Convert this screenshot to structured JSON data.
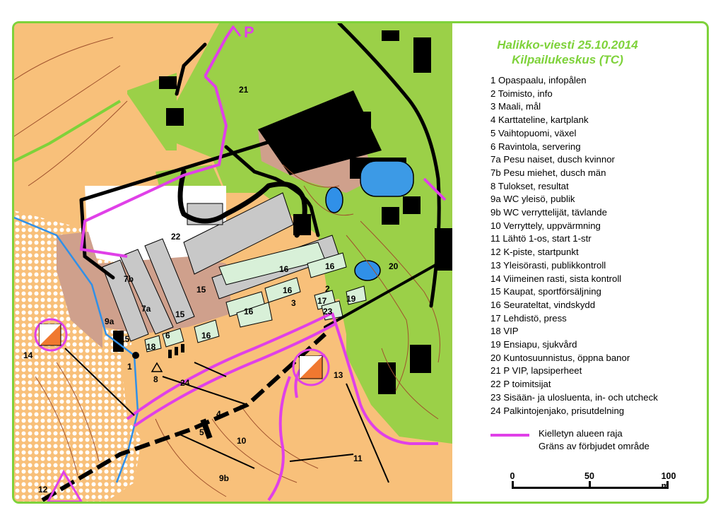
{
  "legend": {
    "title_line1": "Halikko-viesti 25.10.2014",
    "title_line2": "Kilpailukeskus (TC)",
    "items": [
      "1 Opaspaalu, infopålen",
      "2 Toimisto, info",
      "3 Maali, mål",
      "4 Karttateline, kartplank",
      "5 Vaihtopuomi, växel",
      "6 Ravintola, servering",
      "7a Pesu naiset, dusch kvinnor",
      "7b Pesu miehet, dusch män",
      "8 Tulokset, resultat",
      "9a WC yleisö, publik",
      "9b WC verryttelijät, tävlande",
      "10 Verryttely, uppvärmning",
      "11 Lähtö 1-os, start 1-str",
      "12 K-piste, startpunkt",
      "13 Yleisörasti, publikkontroll",
      "14 Viimeinen rasti, sista kontroll",
      "15 Kaupat, sportförsäljning",
      "16 Seurateltat, vindskydd",
      "17 Lehdistö, press",
      "18 VIP",
      "19 Ensiapu, sjukvård",
      "20 Kuntosuunnistus, öppna banor",
      "21 P VIP, lapsiperheet",
      "22 P toimitsijat",
      "23 Sisään- ja uloslu­enta, in- och utcheck",
      "24 Palkintojenjako, prisutdelning"
    ],
    "boundary_line1": "Kielletyn alueen raja",
    "boundary_line2": "Gräns av förbjudet område"
  },
  "scale": {
    "labels": [
      "0",
      "50",
      "100 m"
    ]
  },
  "map_labels": {
    "parking": "P",
    "l21": "21",
    "l22": "22",
    "l20": "20",
    "l16a": "16",
    "l16b": "16",
    "l16c": "16",
    "l16d": "16",
    "l16e": "16",
    "l15a": "15",
    "l15b": "15",
    "l15c": "15",
    "l7b": "7b",
    "l7a": "7a",
    "l9a": "9a",
    "l9b": "9b",
    "l6": "6",
    "l18": "18",
    "l1": "1",
    "l8": "8",
    "l24": "24",
    "l2": "2",
    "l3": "3",
    "l17": "17",
    "l23": "23",
    "l19": "19",
    "l14": "14",
    "l13": "13",
    "l12": "12",
    "l11": "11",
    "l10": "10",
    "l4": "4",
    "l5": "5"
  },
  "colors": {
    "open": "#f8c07a",
    "forest_green": "#9bd048",
    "building": "#000000",
    "paved": "#cfa08c",
    "tent": "#d8f0d8",
    "boundary": "#e040e8",
    "water": "#3090e8",
    "frame": "#7ed23a",
    "control": "#f07830"
  }
}
